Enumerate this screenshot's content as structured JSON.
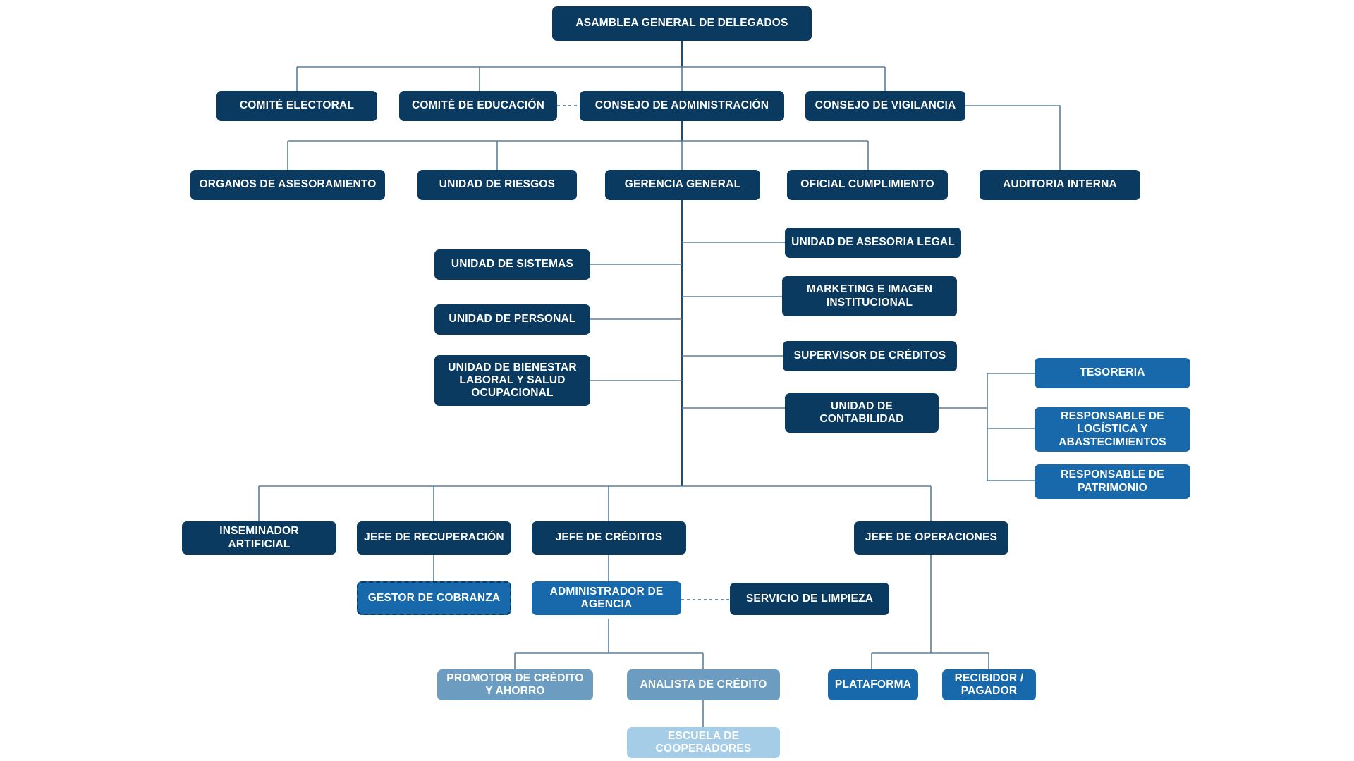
{
  "chart_data": {
    "type": "diagram",
    "title": "Organigrama institucional",
    "diagram_kind": "organizational-chart",
    "palette": {
      "navy": "#0a3a60",
      "blue": "#1769ab",
      "steel": "#6c9dc0",
      "pale": "#a6cde8",
      "line": "#5b7e9c",
      "line_dark": "#0a3a60",
      "background": "#ffffff",
      "text": "#ffffff"
    },
    "levels": [
      {
        "level": 0,
        "nodes": [
          "asamblea-general-de-delegados"
        ]
      },
      {
        "level": 1,
        "nodes": [
          "comite-electoral",
          "comite-de-educacion",
          "consejo-de-administracion",
          "consejo-de-vigilancia"
        ]
      },
      {
        "level": 2,
        "nodes": [
          "organos-de-asesoramiento",
          "unidad-de-riesgos",
          "gerencia-general",
          "oficial-cumplimiento",
          "auditoria-interna"
        ]
      },
      {
        "level": 3,
        "nodes": [
          "unidad-de-sistemas",
          "unidad-de-personal",
          "unidad-de-bienestar",
          "unidad-de-asesoria-legal",
          "marketing-e-imagen",
          "supervisor-de-creditos",
          "unidad-de-contabilidad"
        ]
      },
      {
        "level": 4,
        "nodes": [
          "tesoreria",
          "responsable-logistica",
          "responsable-patrimonio"
        ]
      },
      {
        "level": 5,
        "nodes": [
          "inseminador-artificial",
          "jefe-de-recuperacion",
          "jefe-de-creditos",
          "jefe-de-operaciones"
        ]
      },
      {
        "level": 6,
        "nodes": [
          "gestor-de-cobranza",
          "administrador-de-agencia",
          "servicio-de-limpieza"
        ]
      },
      {
        "level": 7,
        "nodes": [
          "promotor-credito-ahorro",
          "analista-de-credito",
          "plataforma",
          "recibidor-pagador"
        ]
      },
      {
        "level": 8,
        "nodes": [
          "escuela-de-cooperadores"
        ]
      }
    ],
    "edges": [
      {
        "from": "asamblea-general-de-delegados",
        "to": "comite-electoral",
        "style": "solid"
      },
      {
        "from": "asamblea-general-de-delegados",
        "to": "comite-de-educacion",
        "style": "solid"
      },
      {
        "from": "asamblea-general-de-delegados",
        "to": "consejo-de-administracion",
        "style": "solid"
      },
      {
        "from": "asamblea-general-de-delegados",
        "to": "consejo-de-vigilancia",
        "style": "solid"
      },
      {
        "from": "comite-de-educacion",
        "to": "consejo-de-administracion",
        "style": "dotted"
      },
      {
        "from": "consejo-de-administracion",
        "to": "organos-de-asesoramiento",
        "style": "solid"
      },
      {
        "from": "consejo-de-administracion",
        "to": "unidad-de-riesgos",
        "style": "solid"
      },
      {
        "from": "consejo-de-administracion",
        "to": "gerencia-general",
        "style": "solid"
      },
      {
        "from": "consejo-de-administracion",
        "to": "oficial-cumplimiento",
        "style": "solid"
      },
      {
        "from": "consejo-de-vigilancia",
        "to": "auditoria-interna",
        "style": "solid"
      },
      {
        "from": "gerencia-general",
        "to": "unidad-de-asesoria-legal",
        "style": "solid"
      },
      {
        "from": "gerencia-general",
        "to": "unidad-de-sistemas",
        "style": "solid"
      },
      {
        "from": "gerencia-general",
        "to": "marketing-e-imagen",
        "style": "solid"
      },
      {
        "from": "gerencia-general",
        "to": "unidad-de-personal",
        "style": "solid"
      },
      {
        "from": "gerencia-general",
        "to": "supervisor-de-creditos",
        "style": "solid"
      },
      {
        "from": "gerencia-general",
        "to": "unidad-de-bienestar",
        "style": "solid"
      },
      {
        "from": "gerencia-general",
        "to": "unidad-de-contabilidad",
        "style": "solid"
      },
      {
        "from": "unidad-de-contabilidad",
        "to": "tesoreria",
        "style": "solid"
      },
      {
        "from": "unidad-de-contabilidad",
        "to": "responsable-logistica",
        "style": "solid"
      },
      {
        "from": "unidad-de-contabilidad",
        "to": "responsable-patrimonio",
        "style": "solid"
      },
      {
        "from": "gerencia-general",
        "to": "inseminador-artificial",
        "style": "solid"
      },
      {
        "from": "gerencia-general",
        "to": "jefe-de-recuperacion",
        "style": "solid"
      },
      {
        "from": "gerencia-general",
        "to": "jefe-de-creditos",
        "style": "solid"
      },
      {
        "from": "gerencia-general",
        "to": "jefe-de-operaciones",
        "style": "solid"
      },
      {
        "from": "jefe-de-recuperacion",
        "to": "gestor-de-cobranza",
        "style": "solid"
      },
      {
        "from": "jefe-de-creditos",
        "to": "administrador-de-agencia",
        "style": "solid"
      },
      {
        "from": "administrador-de-agencia",
        "to": "servicio-de-limpieza",
        "style": "dotted"
      },
      {
        "from": "administrador-de-agencia",
        "to": "promotor-credito-ahorro",
        "style": "solid"
      },
      {
        "from": "administrador-de-agencia",
        "to": "analista-de-credito",
        "style": "solid"
      },
      {
        "from": "analista-de-credito",
        "to": "escuela-de-cooperadores",
        "style": "solid"
      },
      {
        "from": "jefe-de-operaciones",
        "to": "plataforma",
        "style": "solid"
      },
      {
        "from": "jefe-de-operaciones",
        "to": "recibidor-pagador",
        "style": "solid"
      }
    ]
  },
  "nodes": {
    "asamblea_general": {
      "label": "ASAMBLEA GENERAL DE DELEGADOS",
      "color": "#0a3a60"
    },
    "comite_electoral": {
      "label": "COMITÉ ELECTORAL",
      "color": "#0a3a60"
    },
    "comite_educacion": {
      "label": "COMITÉ DE EDUCACIÓN",
      "color": "#0a3a60"
    },
    "consejo_administracion": {
      "label": "CONSEJO DE ADMINISTRACIÓN",
      "color": "#0a3a60"
    },
    "consejo_vigilancia": {
      "label": "CONSEJO DE VIGILANCIA",
      "color": "#0a3a60"
    },
    "organos_asesoramiento": {
      "label": "ORGANOS DE ASESORAMIENTO",
      "color": "#0a3a60"
    },
    "unidad_riesgos": {
      "label": "UNIDAD DE RIESGOS",
      "color": "#0a3a60"
    },
    "gerencia_general": {
      "label": "GERENCIA GENERAL",
      "color": "#0a3a60"
    },
    "oficial_cumplimiento": {
      "label": "OFICIAL CUMPLIMIENTO",
      "color": "#0a3a60"
    },
    "auditoria_interna": {
      "label": "AUDITORIA INTERNA",
      "color": "#0a3a60"
    },
    "unidad_asesoria_legal": {
      "label": "UNIDAD DE ASESORIA LEGAL",
      "color": "#0a3a60"
    },
    "unidad_sistemas": {
      "label": "UNIDAD DE SISTEMAS",
      "color": "#0a3a60"
    },
    "marketing_imagen": {
      "label": "MARKETING E IMAGEN INSTITUCIONAL",
      "color": "#0a3a60"
    },
    "unidad_personal": {
      "label": "UNIDAD DE PERSONAL",
      "color": "#0a3a60"
    },
    "supervisor_creditos": {
      "label": "SUPERVISOR DE CRÉDITOS",
      "color": "#0a3a60"
    },
    "unidad_bienestar": {
      "label": "UNIDAD DE BIENESTAR LABORAL Y SALUD OCUPACIONAL",
      "color": "#0a3a60"
    },
    "unidad_contabilidad": {
      "label": "UNIDAD DE CONTABILIDAD",
      "color": "#0a3a60"
    },
    "tesoreria": {
      "label": "TESORERIA",
      "color": "#1769ab"
    },
    "responsable_logistica": {
      "label": "RESPONSABLE DE LOGÍSTICA Y ABASTECIMIENTOS",
      "color": "#1769ab"
    },
    "responsable_patrimonio": {
      "label": "RESPONSABLE DE PATRIMONIO",
      "color": "#1769ab"
    },
    "inseminador_artificial": {
      "label": "INSEMINADOR ARTIFICIAL",
      "color": "#0a3a60"
    },
    "jefe_recuperacion": {
      "label": "JEFE DE RECUPERACIÓN",
      "color": "#0a3a60"
    },
    "jefe_creditos": {
      "label": "JEFE DE CRÉDITOS",
      "color": "#0a3a60"
    },
    "jefe_operaciones": {
      "label": "JEFE DE OPERACIONES",
      "color": "#0a3a60"
    },
    "gestor_cobranza": {
      "label": "GESTOR DE COBRANZA",
      "color": "#1769ab",
      "border": "dashed"
    },
    "administrador_agencia": {
      "label": "ADMINISTRADOR DE AGENCIA",
      "color": "#1769ab"
    },
    "servicio_limpieza": {
      "label": "SERVICIO DE LIMPIEZA",
      "color": "#0a3a60"
    },
    "promotor_credito": {
      "label": "PROMOTOR DE CRÉDITO Y AHORRO",
      "color": "#6c9dc0"
    },
    "analista_credito": {
      "label": "ANALISTA DE CRÉDITO",
      "color": "#6c9dc0"
    },
    "escuela_cooperadores": {
      "label": "ESCUELA DE COOPERADORES",
      "color": "#a6cde8"
    },
    "plataforma": {
      "label": "PLATAFORMA",
      "color": "#1769ab"
    },
    "recibidor_pagador": {
      "label": "RECIBIDOR / PAGADOR",
      "color": "#1769ab"
    }
  }
}
